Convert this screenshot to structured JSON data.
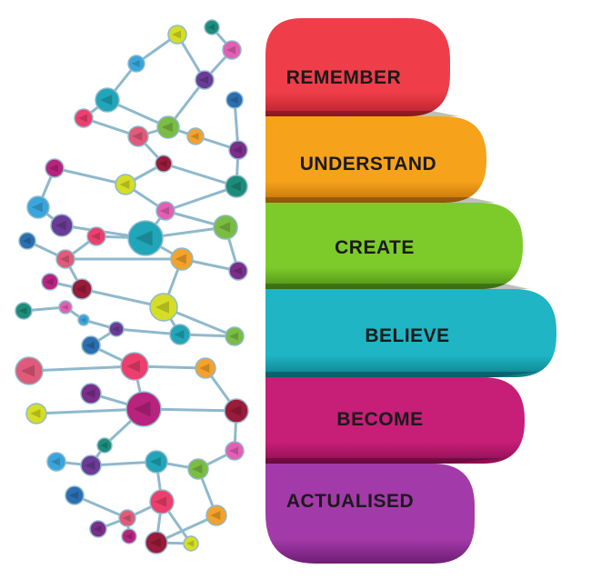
{
  "stages": [
    {
      "label": "REMEMBER",
      "color": "#ef3e4a",
      "shade": "#b8202c"
    },
    {
      "label": "UNDERSTAND",
      "color": "#f6a21b",
      "shade": "#c0720a"
    },
    {
      "label": "CREATE",
      "color": "#7ccb2b",
      "shade": "#4c8e16"
    },
    {
      "label": "BELIEVE",
      "color": "#1fb5c4",
      "shade": "#0d7d89"
    },
    {
      "label": "BECOME",
      "color": "#c71e78",
      "shade": "#8a0e50"
    },
    {
      "label": "ACTUALISED",
      "color": "#a33aa9",
      "shade": "#6e1d75"
    }
  ],
  "network_palette": [
    "#d5de25",
    "#3aa5dc",
    "#7bbd42",
    "#e05a7a",
    "#b8237e",
    "#1c8d7a",
    "#6b3c96",
    "#2b6fb0",
    "#f3a22c",
    "#9a1b3a",
    "#e25fb4",
    "#21a5b8",
    "#ed3f6d",
    "#7b2e8a"
  ],
  "edge_color": "#8fb9cc"
}
